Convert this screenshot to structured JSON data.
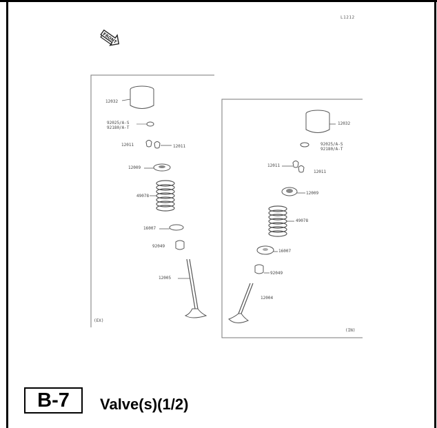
{
  "page_code": "L1212",
  "front_label": "FRONT",
  "section": {
    "code": "B-7",
    "title": "Valve(s)(1/2)"
  },
  "panel_ex": {
    "tag": "(EX)",
    "parts": [
      {
        "id": "12032"
      },
      {
        "id": "92025/A-S"
      },
      {
        "id": "92180/A-T"
      },
      {
        "id": "12011"
      },
      {
        "id": "12011"
      },
      {
        "id": "12009"
      },
      {
        "id": "49078"
      },
      {
        "id": "16007"
      },
      {
        "id": "92049"
      },
      {
        "id": "12005"
      }
    ]
  },
  "panel_in": {
    "tag": "(IN)",
    "parts": [
      {
        "id": "12032"
      },
      {
        "id": "92025/A-S"
      },
      {
        "id": "92180/A-T"
      },
      {
        "id": "12011"
      },
      {
        "id": "12011"
      },
      {
        "id": "12009"
      },
      {
        "id": "49078"
      },
      {
        "id": "16007"
      },
      {
        "id": "92049"
      },
      {
        "id": "12004"
      }
    ]
  }
}
